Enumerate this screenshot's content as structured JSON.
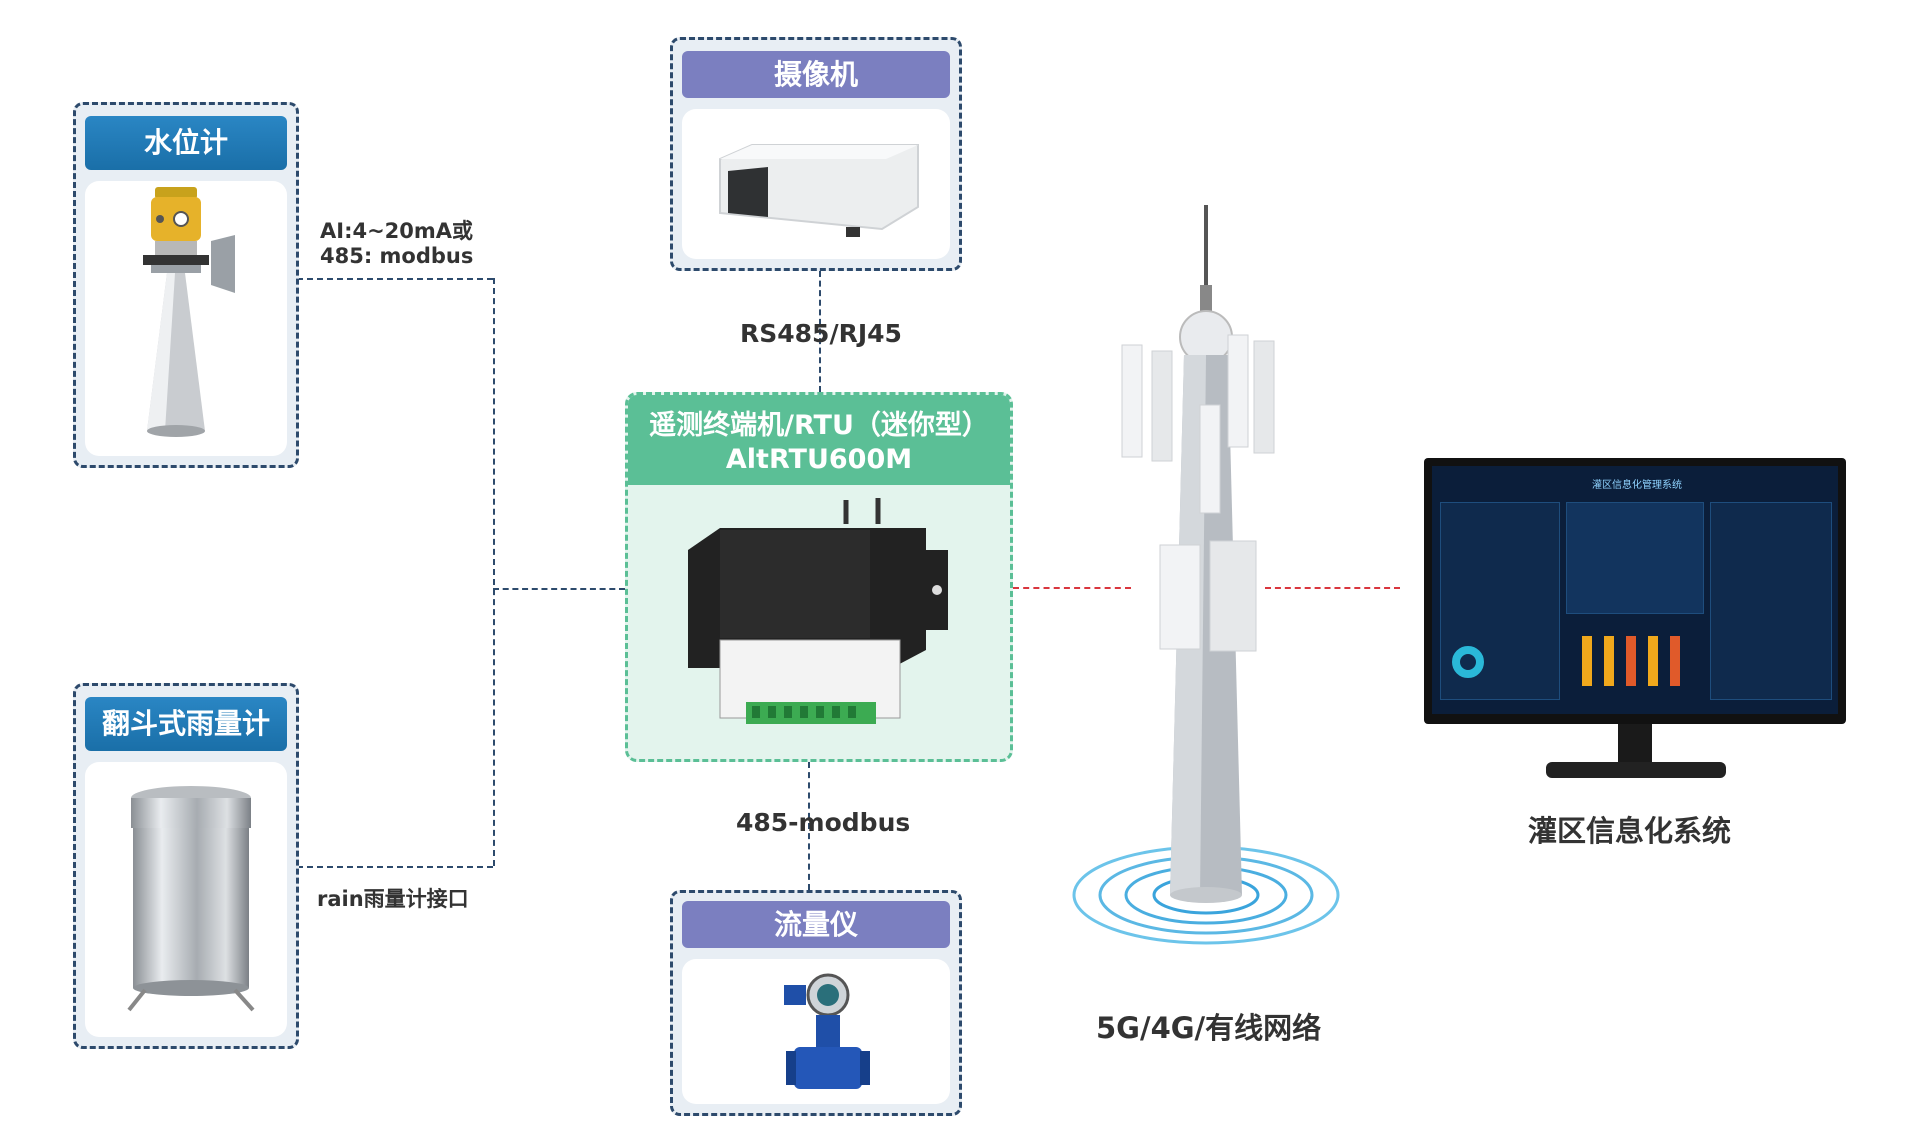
{
  "devices": {
    "water_level": {
      "title": "水位计"
    },
    "rain_gauge": {
      "title": "翻斗式雨量计"
    },
    "camera": {
      "title": "摄像机"
    },
    "flowmeter": {
      "title": "流量仪"
    }
  },
  "rtu": {
    "title_line1": "遥测终端机/RTU（迷你型）",
    "title_line2": "AltRTU600M"
  },
  "links": {
    "water_level_line1": "AI:4~20mA或",
    "water_level_line2": "485: modbus",
    "rain": "rain雨量计接口",
    "camera": "RS485/RJ45",
    "flowmeter": "485-modbus"
  },
  "network": {
    "label": "5G/4G/有线网络"
  },
  "system": {
    "label": "灌区信息化系统",
    "screen_title": "灌区信息化管理系统"
  },
  "colors": {
    "dashed_line": "#2d4a6c",
    "red_link": "#d9363e",
    "rtu_green": "#5bbf96",
    "title_blue": "#1f7bb8",
    "title_purple": "#7b7fc0"
  }
}
